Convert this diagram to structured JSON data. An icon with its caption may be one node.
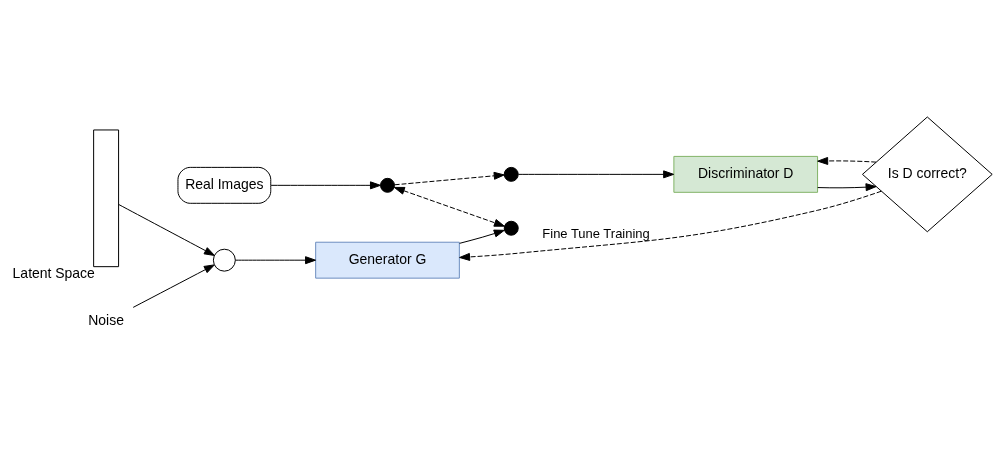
{
  "diagram": {
    "nodes": [
      {
        "text": [
          "Real Images"
        ]
      },
      {
        "text": [
          "Latent Space"
        ]
      },
      {
        "text": [],
        "shape": "circle"
      },
      {
        "text": [
          "Noise"
        ]
      },
      {
        "text": [
          "Generator G"
        ]
      },
      {
        "text": [],
        "shape": "circle"
      },
      {
        "text": [],
        "shape": "circle"
      },
      {
        "text": [],
        "shape": "circle"
      },
      {
        "text": [
          "Discriminator D"
        ]
      },
      {
        "text": [
          "Is D correct?"
        ]
      }
    ],
    "edges": [
      {
        "from": 0,
        "to": 5,
        "arrow": "to"
      },
      {
        "from": 1,
        "to": 2,
        "arrow": "to"
      },
      {
        "from": 3,
        "to": 2,
        "arrow": "to"
      },
      {
        "from": 2,
        "to": 4,
        "arrow": "to"
      },
      {
        "from": 4,
        "to": 6,
        "arrow": "to"
      },
      {
        "from": 5,
        "to": 7,
        "arrow": "to",
        "style": "dashed"
      },
      {
        "from": 5,
        "to": 6,
        "arrow": "both",
        "style": "dashed"
      },
      {
        "from": 7,
        "to": 8,
        "arrow": "to"
      },
      {
        "from": 8,
        "to": 9,
        "arrow": "to"
      },
      {
        "from": 9,
        "to": 4,
        "arrow": "to",
        "style": "dashed",
        "label": "Fine Tune Training"
      },
      {
        "from": 9,
        "to": 8,
        "arrow": "to",
        "style": "dashed"
      }
    ]
  }
}
